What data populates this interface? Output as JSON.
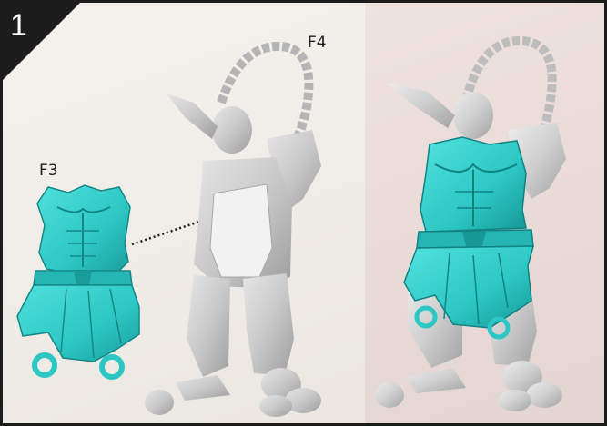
{
  "step": {
    "number": "1"
  },
  "labels": {
    "f3": "F3",
    "f4": "F4"
  },
  "colors": {
    "badge": "#1c1c1c",
    "armor": "#2cc7c4",
    "armor_shade": "#1a9c9a",
    "figure": "#c9c9c9",
    "figure_shade": "#9d9d9d",
    "left_bg": "#f3efea",
    "right_bg": "#ecdfdb"
  }
}
